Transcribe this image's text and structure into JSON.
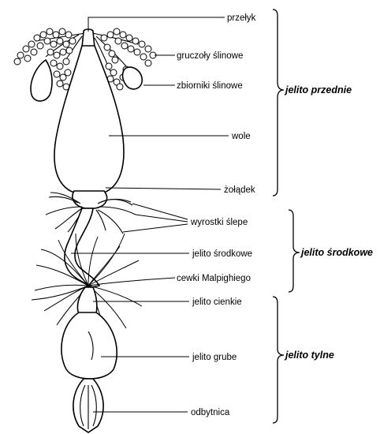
{
  "labels": {
    "przelyk": "przełyk",
    "gruczoly": "gruczoły ślinowe",
    "zbiorniki": "zbiorniki ślinowe",
    "wole": "wole",
    "zoladek": "żołądek",
    "wyrostki": "wyrostki ślepe",
    "jelito_srodkowe_part": "jelito środkowe",
    "cewki": "cewki Malpighiego",
    "jelito_cienkie": "jelito cienkie",
    "jelito_grube": "jelito grube",
    "odbytnica": "odbytnica"
  },
  "sections": {
    "przednie": "jelito przednie",
    "srodkowe": "jelito środkowe",
    "tylne": "jelito tylne"
  }
}
